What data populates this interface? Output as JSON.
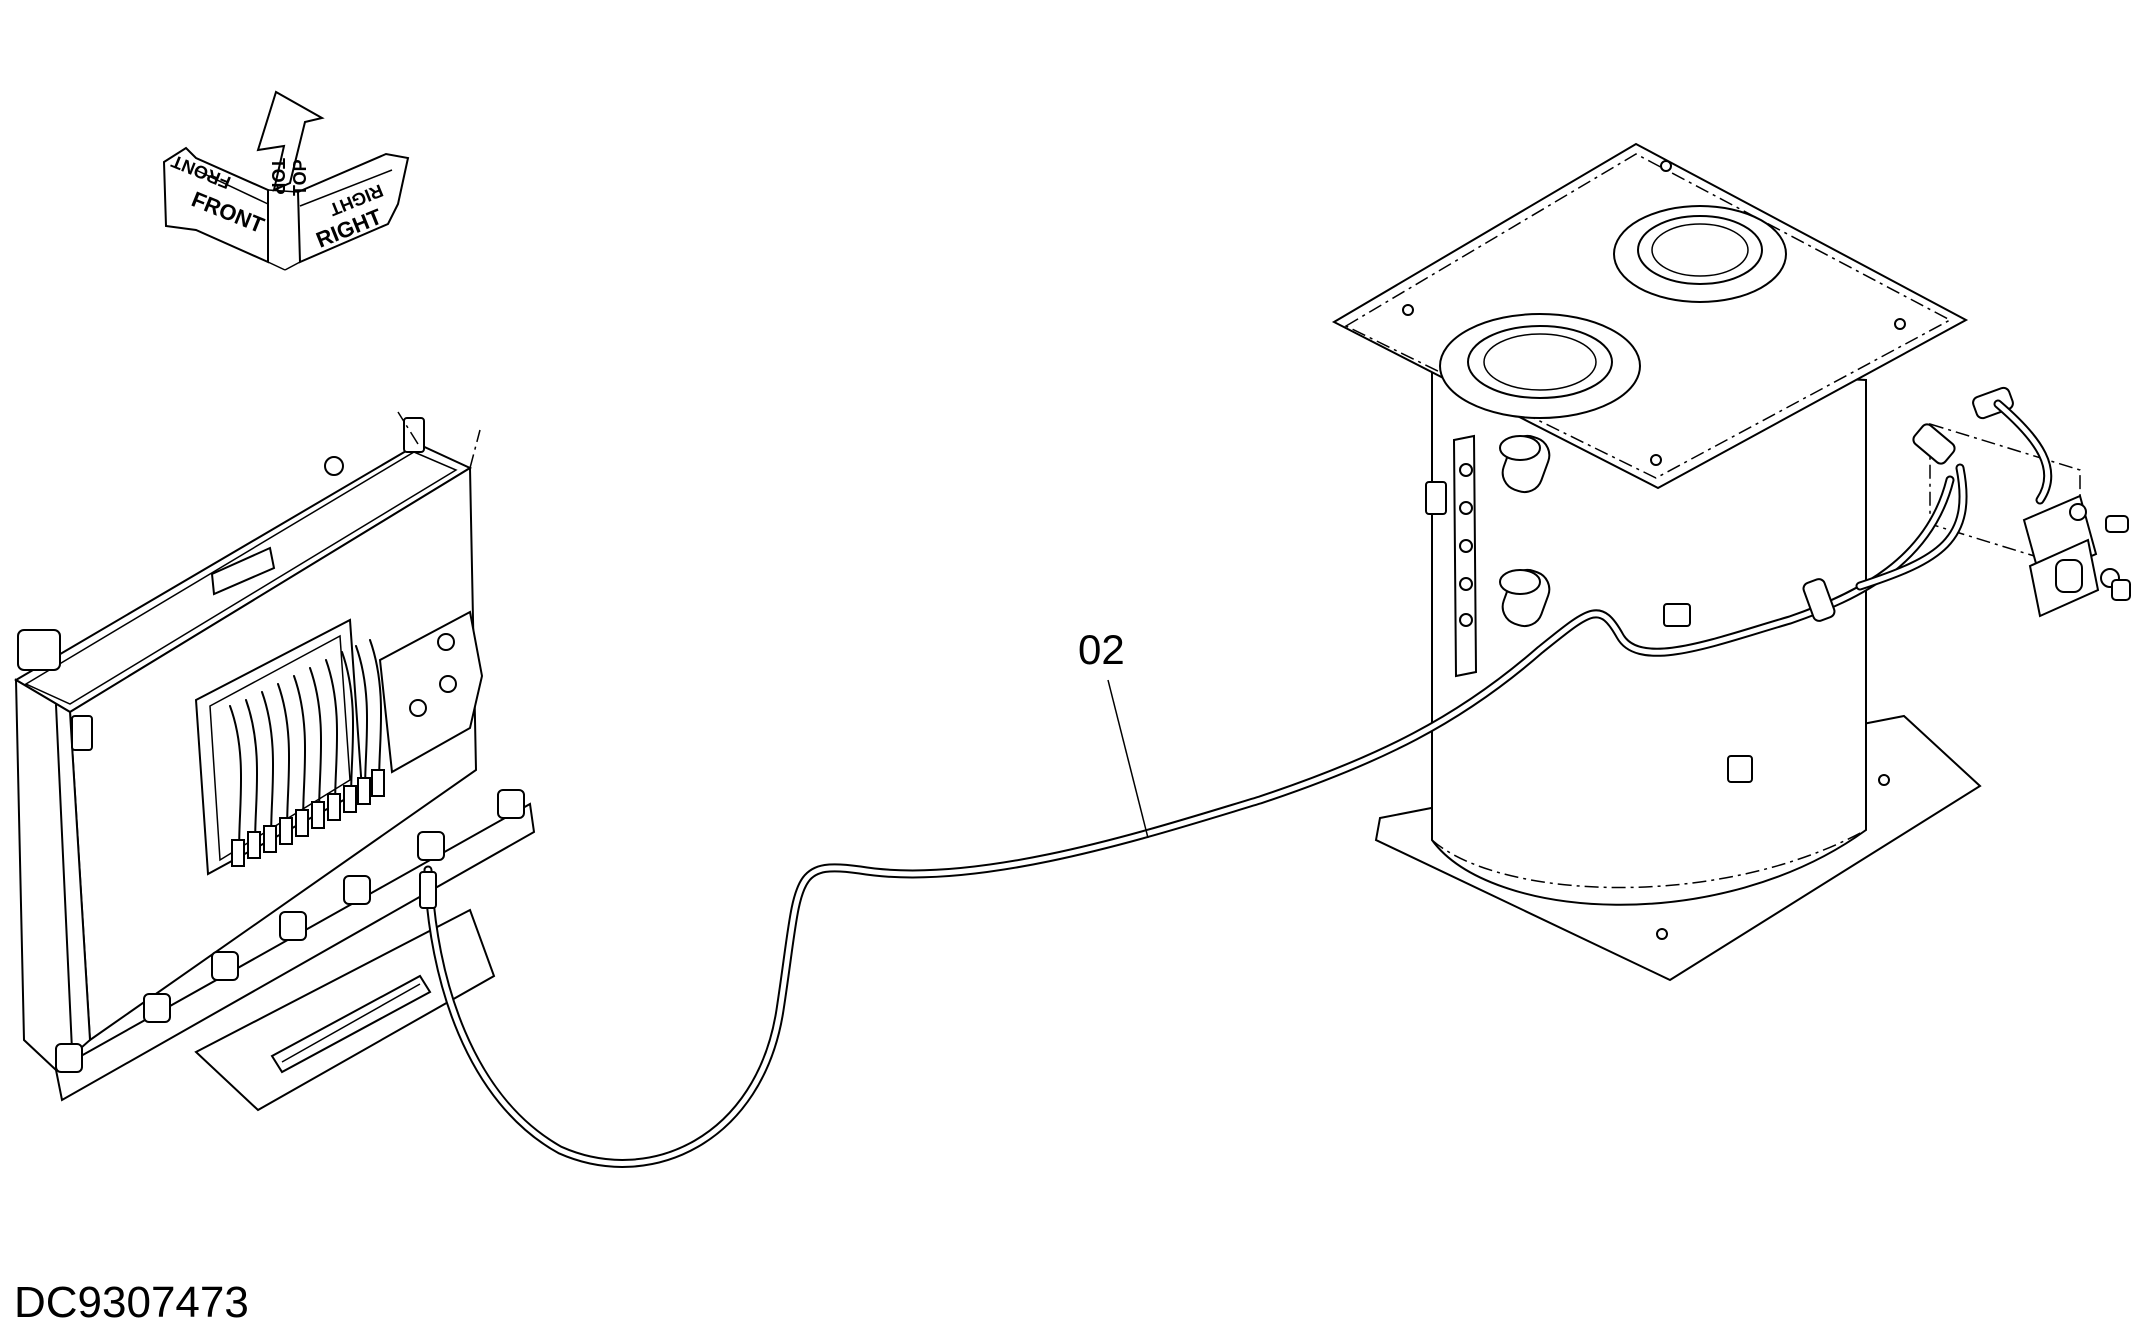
{
  "orientation_symbol": {
    "label_front": "FRONT",
    "label_top": "TOP",
    "label_right": "RIGHT"
  },
  "callouts": [
    {
      "label": "02",
      "target": "hose"
    }
  ],
  "document_id": "DC9307473"
}
